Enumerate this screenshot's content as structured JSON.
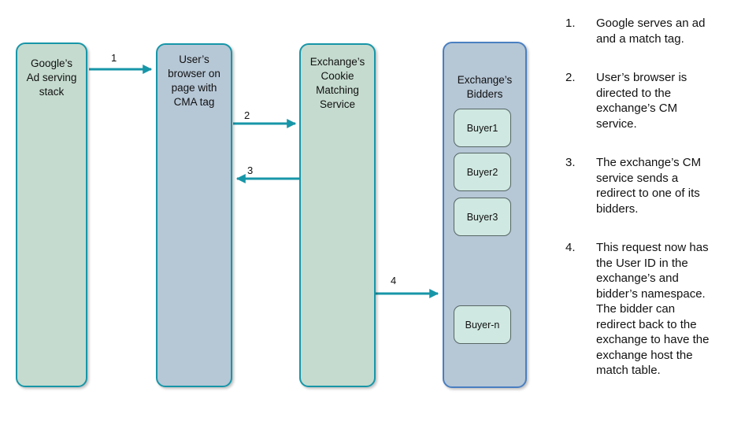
{
  "colors": {
    "accent_teal": "#1796a8",
    "green_fill": "#c5dbcf",
    "blue_fill": "#b6c7d6",
    "blue_border": "#4a7fc1",
    "buyer_fill": "#cfe8e1",
    "buyer_border": "#566663",
    "text": "#111111"
  },
  "diagram": {
    "nodes": [
      {
        "label": "Google’s\nAd serving\nstack"
      },
      {
        "label": "User’s\nbrowser on\npage with\nCMA tag"
      },
      {
        "label": "Exchange’s\nCookie\nMatching\nService"
      },
      {
        "label": "Exchange’s\nBidders"
      }
    ],
    "buyers": [
      "Buyer1",
      "Buyer2",
      "Buyer3",
      "Buyer-n"
    ],
    "arrows": [
      {
        "label": "1"
      },
      {
        "label": "2"
      },
      {
        "label": "3"
      },
      {
        "label": "4"
      }
    ]
  },
  "steps": [
    {
      "number": "1.",
      "text": "Google serves an ad\nand a match tag."
    },
    {
      "number": "2.",
      "text": "User’s browser is\ndirected to the\nexchange’s CM\nservice."
    },
    {
      "number": "3.",
      "text": "The exchange’s CM\nservice sends a\nredirect to one of its\nbidders."
    },
    {
      "number": "4.",
      "text": "This request now has\nthe User ID in the\nexchange’s and\nbidder’s namespace.\nThe bidder can\nredirect back to the\nexchange to have the\nexchange host the\nmatch table."
    }
  ]
}
